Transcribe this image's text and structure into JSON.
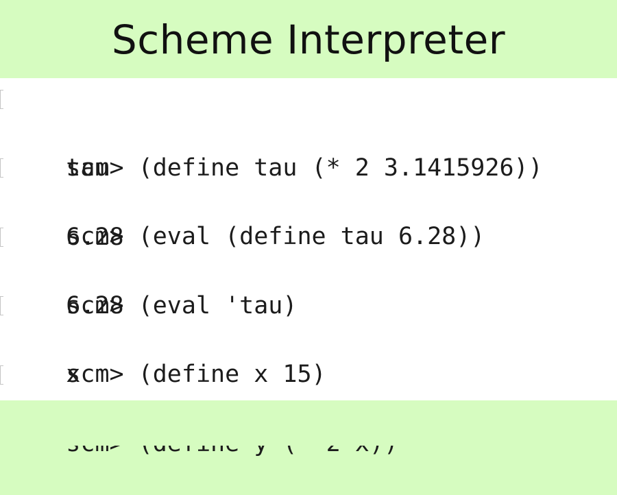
{
  "title": "Scheme Interpreter",
  "terminal": {
    "lines": [
      {
        "kind": "input",
        "text": "scm> (define tau (* 2 3.1415926))"
      },
      {
        "kind": "output",
        "text": "tau"
      },
      {
        "kind": "input",
        "text": "scm> (eval (define tau 6.28))"
      },
      {
        "kind": "output",
        "text": "6.28"
      },
      {
        "kind": "input",
        "text": "scm> (eval 'tau)"
      },
      {
        "kind": "output",
        "text": "6.28"
      },
      {
        "kind": "input",
        "text": "scm> (define x 15)"
      },
      {
        "kind": "output",
        "text": "x"
      },
      {
        "kind": "input",
        "text": "scm> (define y (* 2 x))"
      }
    ]
  }
}
